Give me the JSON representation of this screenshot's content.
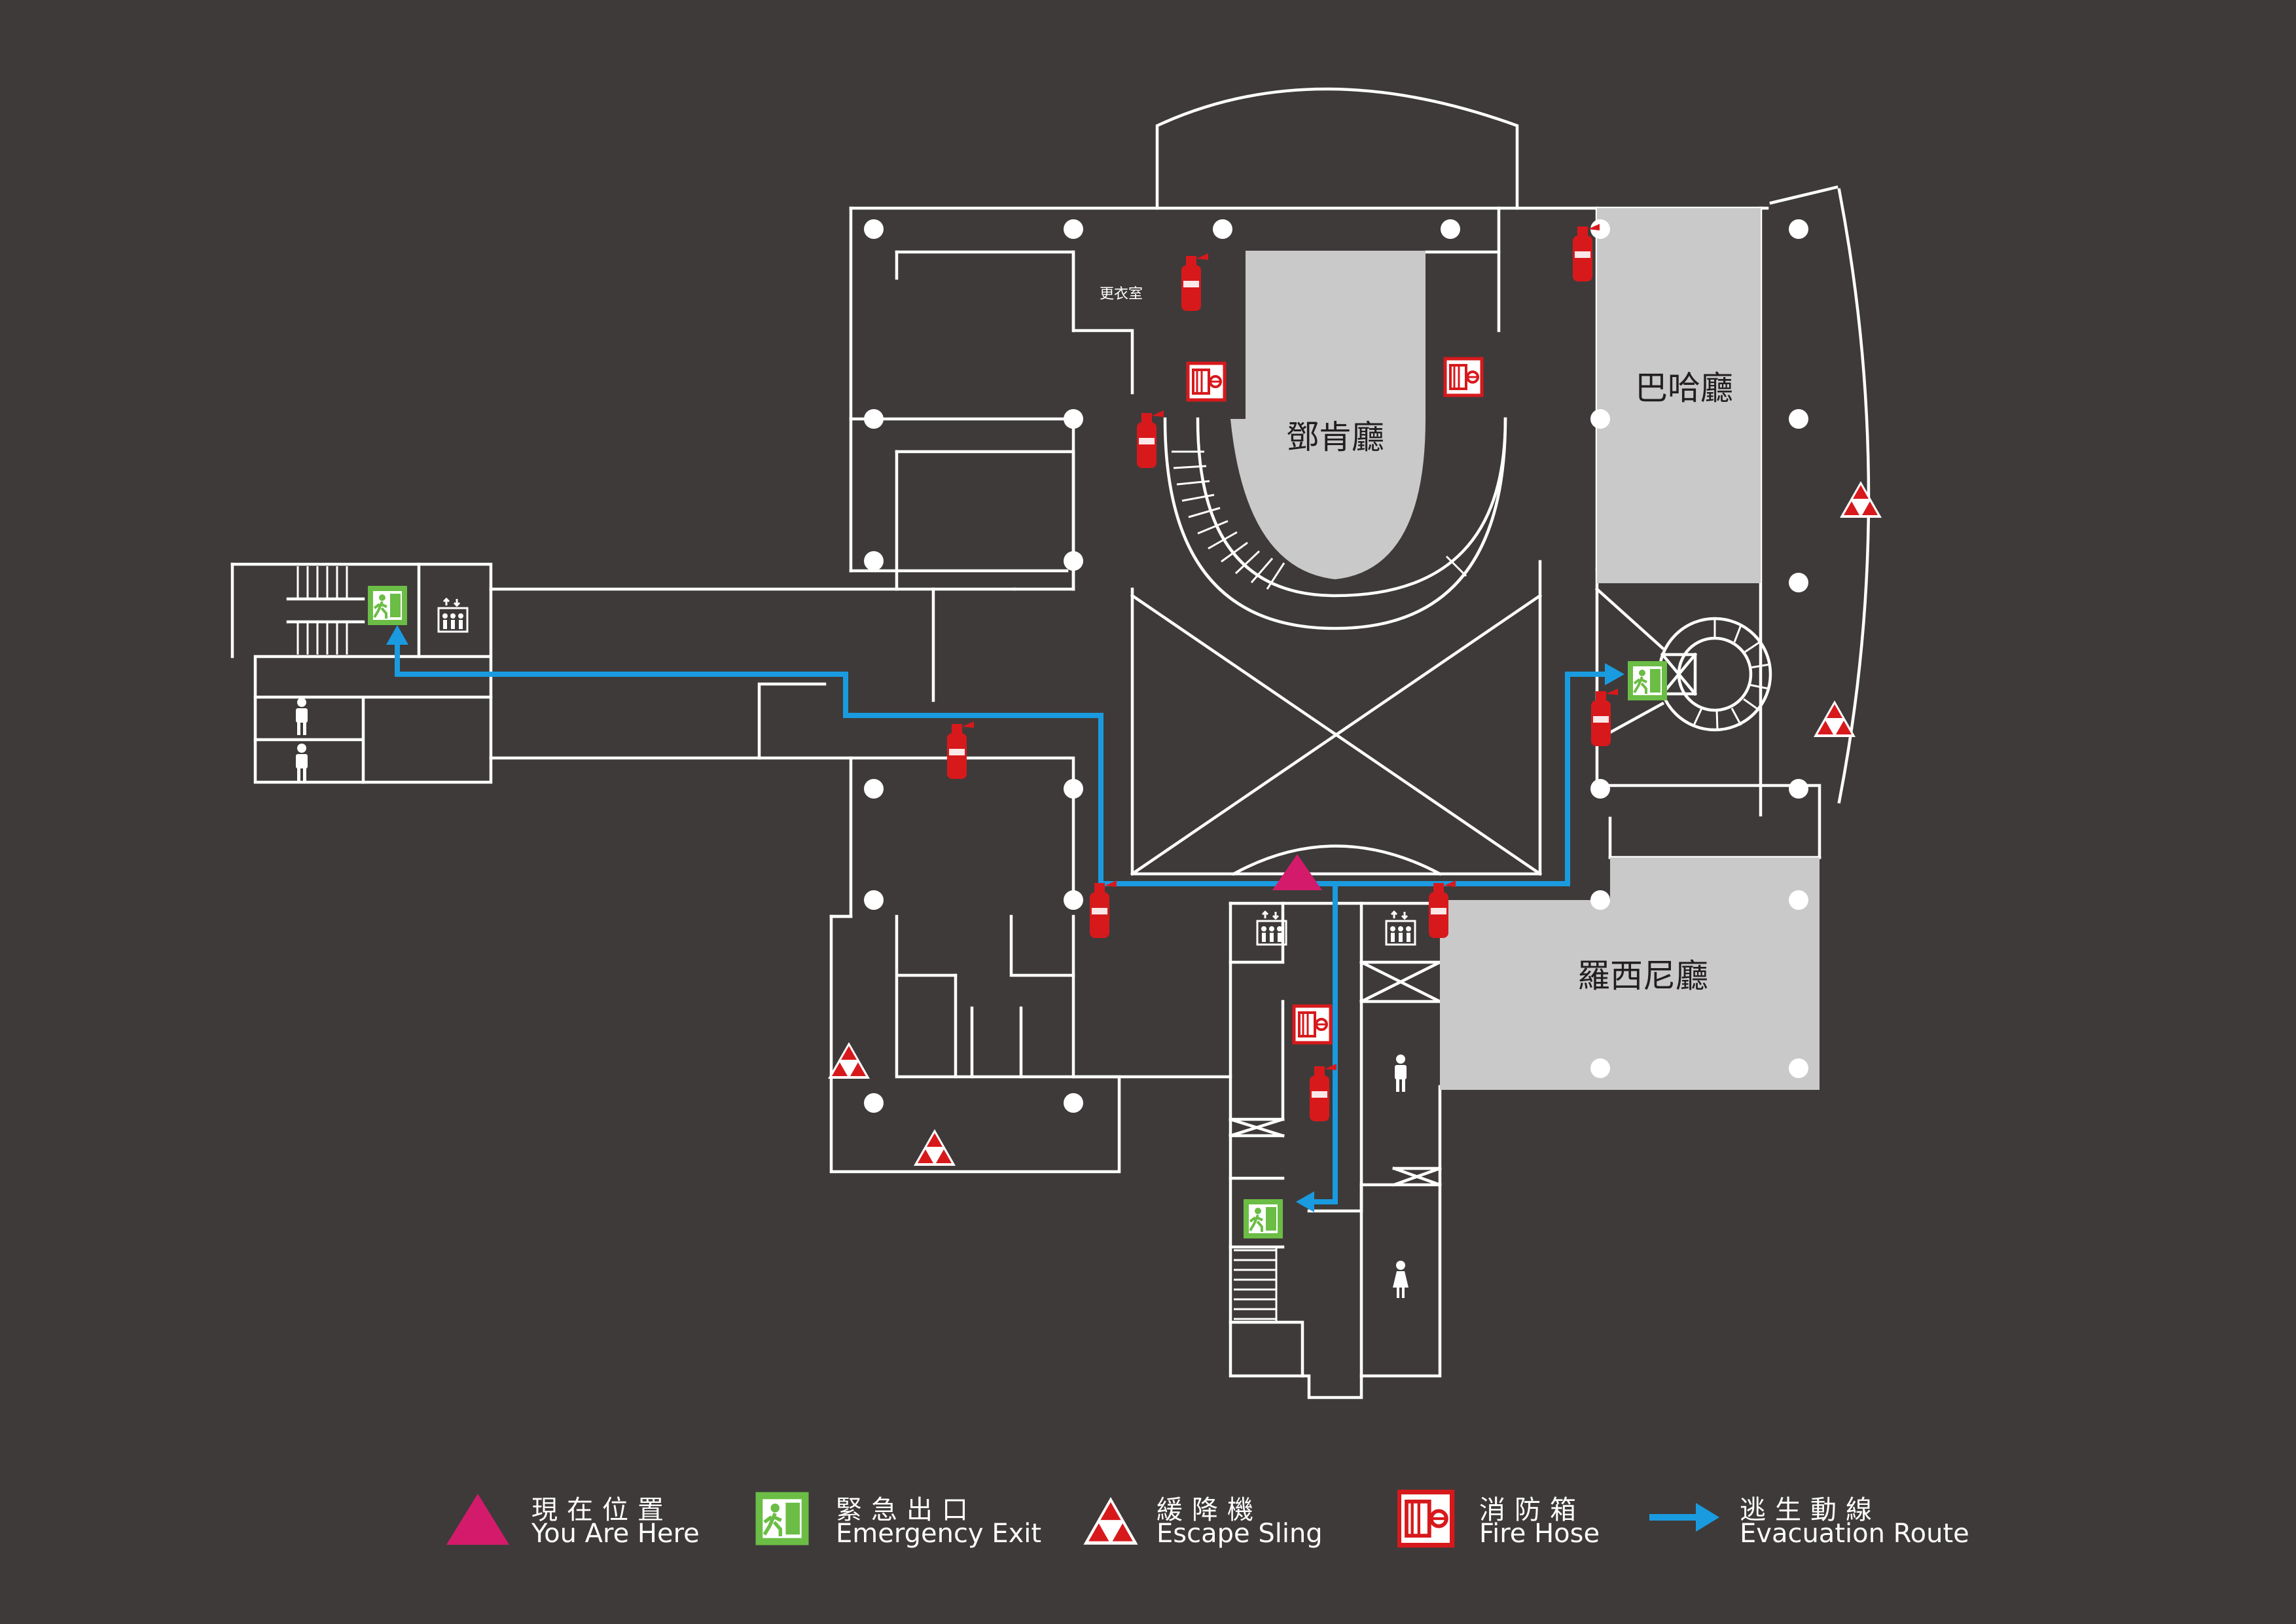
{
  "colors": {
    "background": "#3e3a39",
    "wall": "#ffffff",
    "hall_fill": "#c9c9c9",
    "you_are_here": "#d41b6b",
    "emergency_exit": "#6bbd45",
    "escape_sling": "#d7191c",
    "fire_equipment": "#d7191c",
    "evacuation_route": "#1a9be0"
  },
  "rooms": {
    "deng_hall": "鄧肯廳",
    "bach_hall": "巴哈廳",
    "rossini_hall": "羅西尼廳",
    "changing_room": "更衣室"
  },
  "legend": [
    {
      "icon": "you-are-here-icon",
      "zh": "現在位置",
      "en": "You Are Here"
    },
    {
      "icon": "emergency-exit-icon",
      "zh": "緊急出口",
      "en": "Emergency Exit"
    },
    {
      "icon": "escape-sling-icon",
      "zh": "緩降機",
      "en": "Escape Sling"
    },
    {
      "icon": "fire-hose-icon",
      "zh": "消防箱",
      "en": "Fire Hose"
    },
    {
      "icon": "evacuation-route-icon",
      "zh": "逃生動線",
      "en": "Evacuation Route"
    }
  ]
}
